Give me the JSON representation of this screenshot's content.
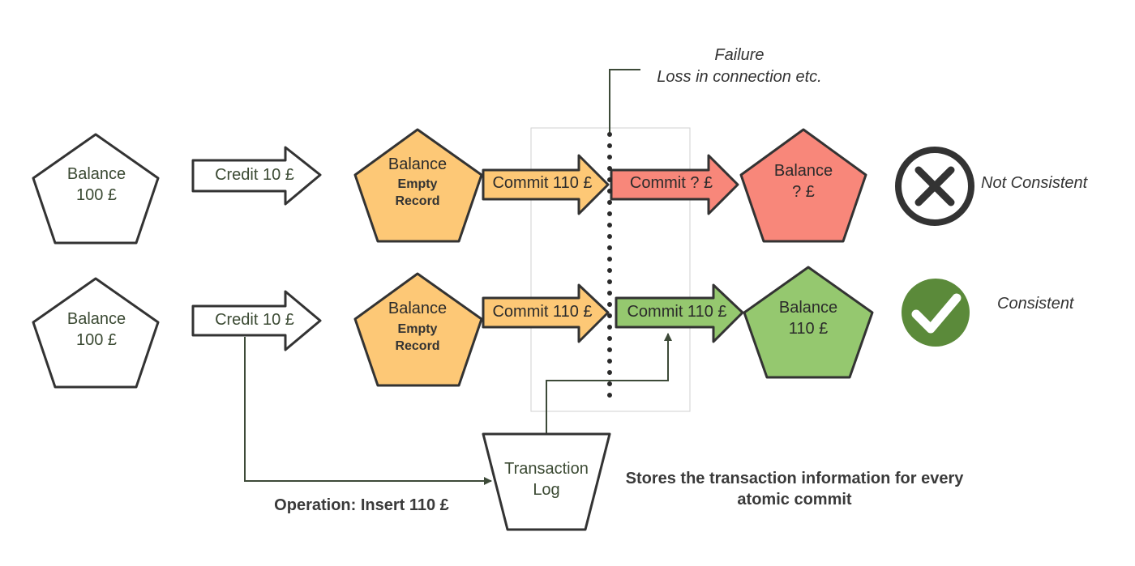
{
  "row1": {
    "start_node": {
      "title": "Balance",
      "value": "100 £"
    },
    "credit_arrow": "Credit 10 £",
    "pending_node": {
      "title": "Balance",
      "line1": "Empty",
      "line2": "Record"
    },
    "commit_arrow": "Commit 110 £",
    "failed_commit_arrow": "Commit ? £",
    "result_node": {
      "title": "Balance",
      "value": "? £"
    },
    "status_label": "Not Consistent"
  },
  "row2": {
    "start_node": {
      "title": "Balance",
      "value": "100 £"
    },
    "credit_arrow": "Credit 10 £",
    "pending_node": {
      "title": "Balance",
      "line1": "Empty",
      "line2": "Record"
    },
    "commit_arrow": "Commit 110 £",
    "replayed_commit_arrow": "Commit 110 £",
    "result_node": {
      "title": "Balance",
      "value": "110 £"
    },
    "status_label": "Consistent"
  },
  "failure": {
    "line1": "Failure",
    "line2": "Loss in connection etc."
  },
  "transaction_log": {
    "line1": "Transaction",
    "line2": "Log"
  },
  "operation_label": "Operation: Insert 110 £",
  "log_note": {
    "line1": "Stores the transaction information for every",
    "line2": "atomic commit"
  },
  "icons": {
    "fail": "x-circle-icon",
    "success": "check-circle-icon"
  },
  "colors": {
    "white_node": "#ffffff",
    "orange_node": "#fdc876",
    "red_node": "#f8877a",
    "green_node": "#95c86f",
    "success_icon": "#5b8a3a",
    "outline": "#333333"
  }
}
